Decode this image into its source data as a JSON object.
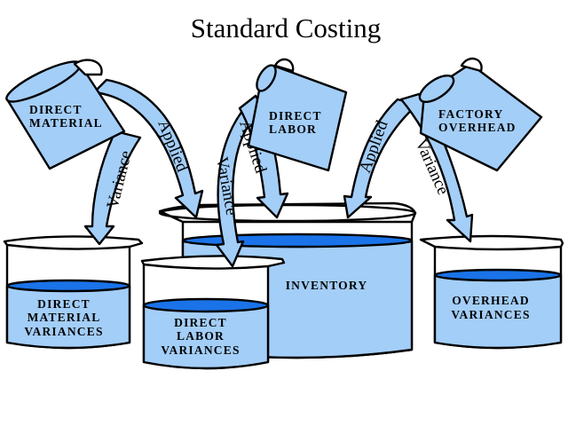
{
  "title": "Standard Costing",
  "colors": {
    "light_blue": "#a3cef8",
    "dark_blue": "#1a73e8",
    "outline": "#000000",
    "background": "#ffffff"
  },
  "pitchers": {
    "direct_material": {
      "line1": "DIRECT",
      "line2": "MATERIAL"
    },
    "direct_labor": {
      "line1": "DIRECT",
      "line2": "LABOR"
    },
    "factory_overhead": {
      "line1": "FACTORY",
      "line2": "OVERHEAD"
    }
  },
  "arrows": {
    "material_variance": "Variance",
    "material_applied": "Applied",
    "labor_variance": "Variance",
    "labor_applied": "Applied",
    "overhead_applied": "Applied",
    "overhead_variance": "Variance"
  },
  "beakers": {
    "direct_material_variances": {
      "line1": "DIRECT",
      "line2": "MATERIAL",
      "line3": "VARIANCES"
    },
    "direct_labor_variances": {
      "line1": "DIRECT",
      "line2": "LABOR",
      "line3": "VARIANCES"
    },
    "inventory": {
      "line1": "INVENTORY"
    },
    "overhead_variances": {
      "line1": "OVERHEAD",
      "line2": "VARIANCES"
    }
  }
}
